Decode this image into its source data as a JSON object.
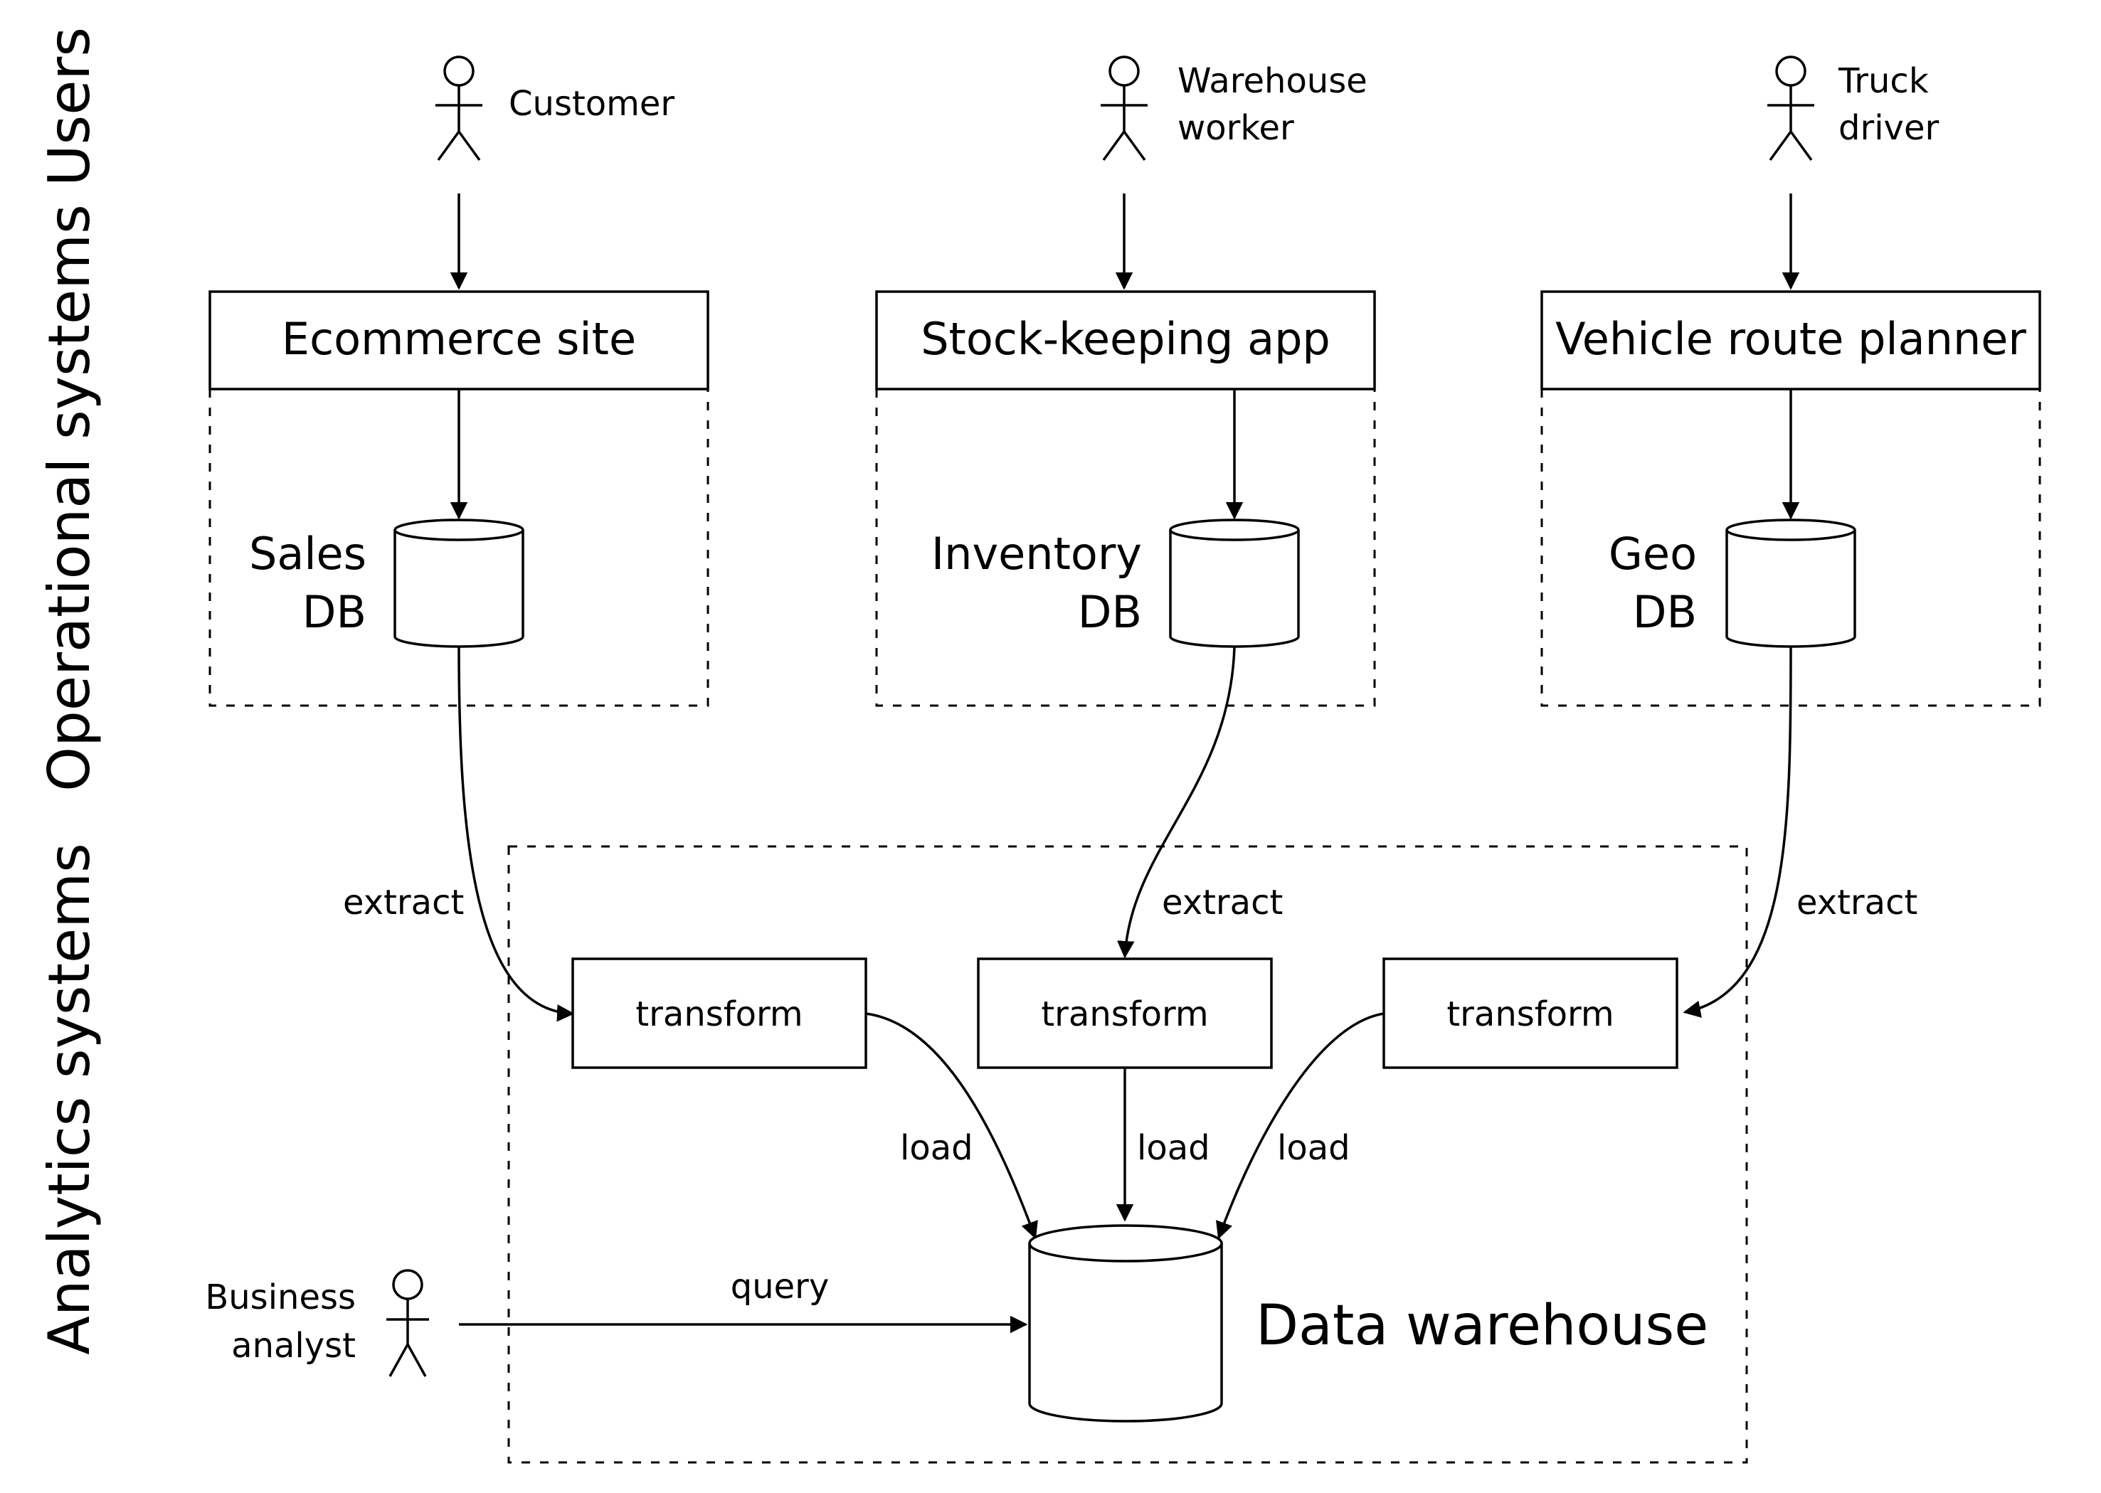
{
  "lanes": {
    "users": "Users",
    "operational": "Operational systems",
    "analytics": "Analytics systems"
  },
  "actors": {
    "customer": [
      "Customer"
    ],
    "warehouse_worker": [
      "Warehouse",
      "worker"
    ],
    "truck_driver": [
      "Truck",
      "driver"
    ],
    "business_analyst": [
      "Business",
      "analyst"
    ]
  },
  "systems": {
    "ecommerce": "Ecommerce site",
    "stock": "Stock-keeping app",
    "route": "Vehicle route planner"
  },
  "databases": {
    "sales": [
      "Sales",
      "DB"
    ],
    "inventory": [
      "Inventory",
      "DB"
    ],
    "geo": [
      "Geo",
      "DB"
    ],
    "warehouse": "Data warehouse"
  },
  "flow_labels": {
    "extract": "extract",
    "transform": "transform",
    "load": "load",
    "query": "query"
  }
}
